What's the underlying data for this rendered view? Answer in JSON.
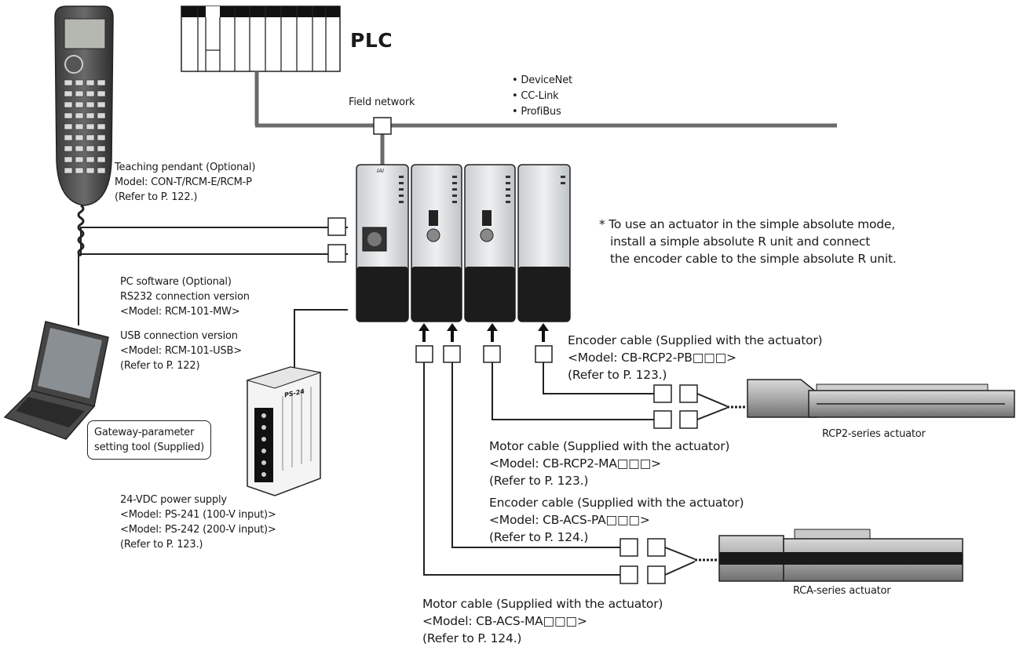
{
  "plc": {
    "label": "PLC"
  },
  "field_network": {
    "label": "Field network",
    "protocols": [
      "DeviceNet",
      "CC-Link",
      "ProfiBus"
    ]
  },
  "teaching_pendant": {
    "lines": [
      "Teaching pendant (Optional)",
      "Model: CON-T/RCM-E/RCM-P",
      "(Refer to P. 122.)"
    ]
  },
  "pc_software": {
    "lines": [
      "PC software (Optional)",
      "RS232 connection version",
      "<Model: RCM-101-MW>"
    ],
    "usb_lines": [
      "USB connection version",
      "<Model: RCM-101-USB>",
      "(Refer to P. 122)"
    ]
  },
  "gateway_tool": {
    "lines": [
      "Gateway-parameter",
      "setting tool (Supplied)"
    ]
  },
  "power_supply": {
    "lines": [
      "24-VDC power supply",
      "<Model: PS-241 (100-V input)>",
      "<Model: PS-242 (200-V input)>",
      "(Refer to P. 123.)"
    ],
    "label": "PS-24"
  },
  "note": {
    "lines": [
      "* To use an actuator in the simple absolute mode,",
      "install a simple absolute R unit and connect",
      "the encoder cable to the simple absolute R unit."
    ]
  },
  "rcp2_encoder_cable": {
    "lines": [
      "Encoder cable (Supplied with the actuator)",
      "<Model: CB-RCP2-PB□□□>",
      "(Refer to P. 123.)"
    ]
  },
  "rcp2_motor_cable": {
    "lines": [
      "Motor cable (Supplied with the actuator)",
      "<Model: CB-RCP2-MA□□□>",
      "(Refer to P. 123.)"
    ]
  },
  "rca_encoder_cable": {
    "lines": [
      "Encoder cable (Supplied with the actuator)",
      "<Model: CB-ACS-PA□□□>",
      "(Refer to P. 124.)"
    ]
  },
  "rca_motor_cable": {
    "lines": [
      "Motor cable (Supplied with the actuator)",
      "<Model: CB-ACS-MA□□□>",
      "(Refer to P. 124.)"
    ]
  },
  "rcp2_actuator": {
    "label": "RCP2-series actuator"
  },
  "rca_actuator": {
    "label": "RCA-series actuator"
  },
  "unit_brand": "IAI",
  "colors": {
    "line": "#3a3a3a",
    "network": "#6b6b6b",
    "unit_top": "#e2e5e6",
    "unit_bottom": "#1c1c1c",
    "actuator": "#9a9a9a"
  }
}
